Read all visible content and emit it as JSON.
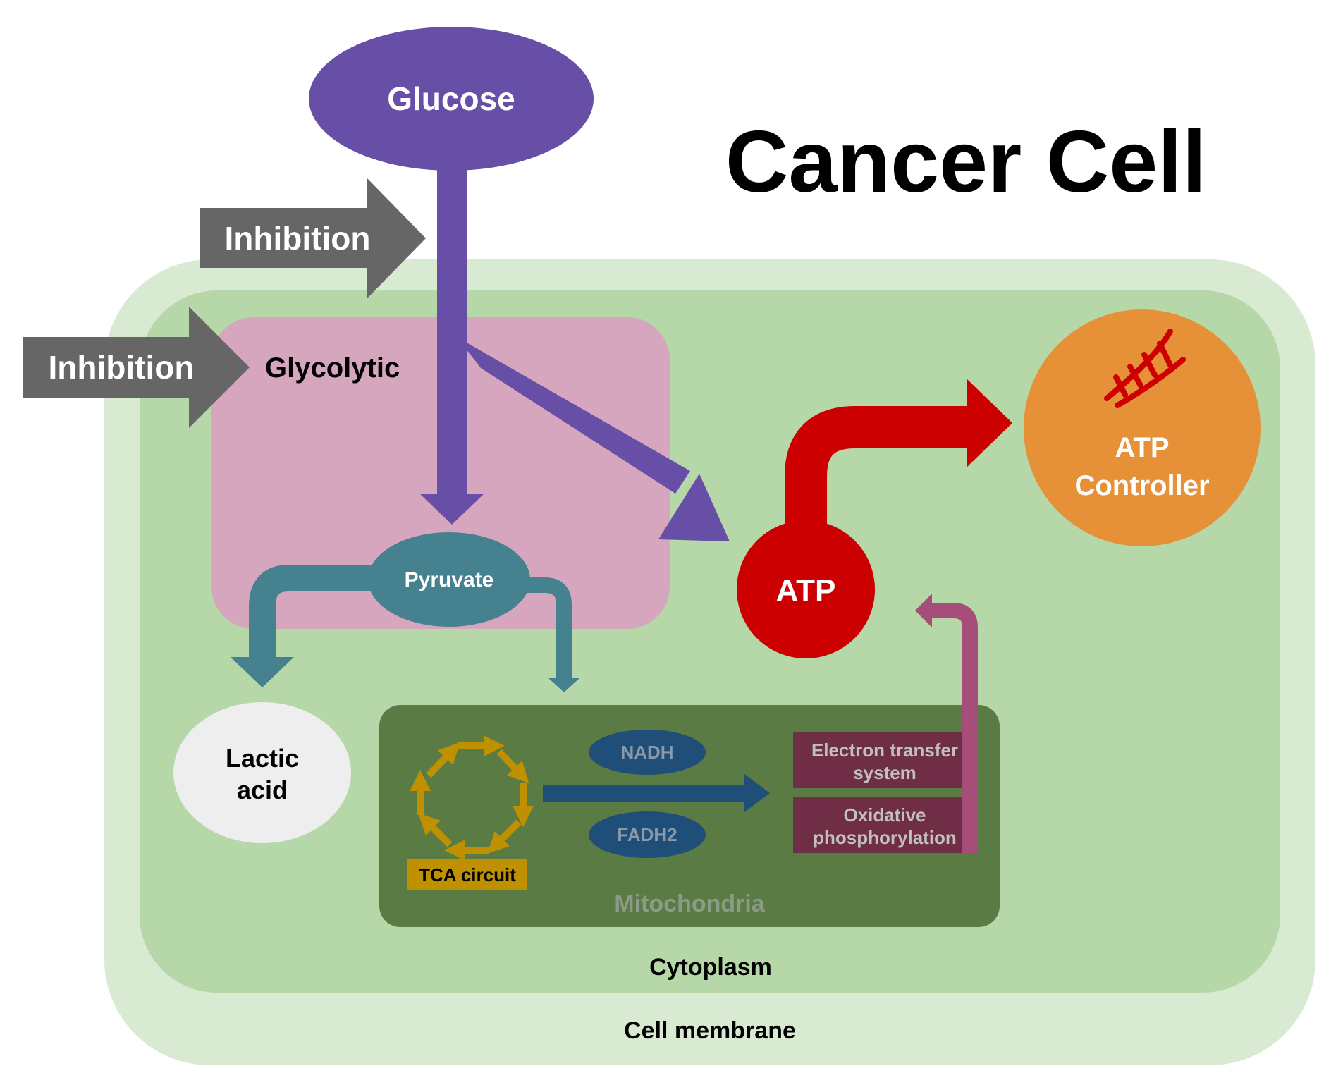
{
  "title": "Cancer Cell",
  "nodes": {
    "glucose": "Glucose",
    "inhibition_top": "Inhibition",
    "inhibition_left": "Inhibition",
    "glycolytic": "Glycolytic",
    "pyruvate": "Pyruvate",
    "lactic_acid_line1": "Lactic",
    "lactic_acid_line2": "acid",
    "atp": "ATP",
    "atp_controller_line1": "ATP",
    "atp_controller_line2": "Controller",
    "nadh": "NADH",
    "fadh2": "FADH2",
    "tca_circuit": "TCA circuit",
    "electron_transfer_line1": "Electron transfer",
    "electron_transfer_line2": "system",
    "oxidative_line1": "Oxidative",
    "oxidative_line2": "phosphorylation",
    "mitochondria": "Mitochondria",
    "cytoplasm": "Cytoplasm",
    "cell_membrane": "Cell membrane"
  },
  "icons": {
    "atp_controller": "dna-icon",
    "tca": "cycle-arrows-icon"
  },
  "colors": {
    "membrane": "#d9ead3",
    "cytoplasm": "#b6d7a8",
    "glycolytic": "#d5a6bd",
    "glucose": "#674ea7",
    "pyruvate": "#45818e",
    "lactic": "#eeeeee",
    "atp": "#cc0000",
    "controller": "#e69138",
    "mitochondria": "#38581d",
    "tca": "#bf9000",
    "nadh": "#1f4e79",
    "electron": "#741b47",
    "inhibition": "#666666"
  }
}
